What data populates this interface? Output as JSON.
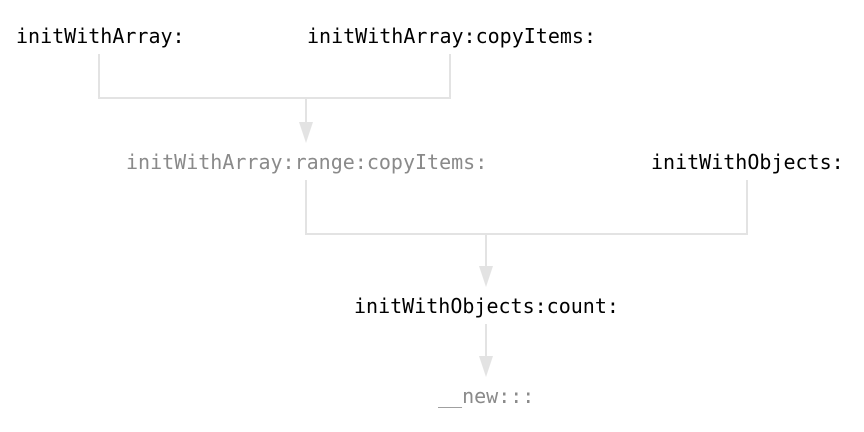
{
  "colors": {
    "text_primary": "#000000",
    "text_muted": "#8a8a8a",
    "connector": "#e3e3e3",
    "background": "#ffffff"
  },
  "nodes": {
    "init_with_array": {
      "label": "initWithArray:",
      "emphasis": "normal"
    },
    "init_with_array_copy_items": {
      "label": "initWithArray:copyItems:",
      "emphasis": "normal"
    },
    "init_with_array_range_copy_items": {
      "label": "initWithArray:range:copyItems:",
      "emphasis": "muted"
    },
    "init_with_objects": {
      "label": "initWithObjects:",
      "emphasis": "normal"
    },
    "init_with_objects_count": {
      "label": "initWithObjects:count:",
      "emphasis": "normal"
    },
    "new": {
      "label": "__new:::",
      "emphasis": "muted"
    }
  },
  "edges": [
    {
      "from": [
        "init_with_array",
        "init_with_array_copy_items"
      ],
      "to": "init_with_array_range_copy_items"
    },
    {
      "from": [
        "init_with_array_range_copy_items",
        "init_with_objects"
      ],
      "to": "init_with_objects_count"
    },
    {
      "from": [
        "init_with_objects_count"
      ],
      "to": "new"
    }
  ]
}
